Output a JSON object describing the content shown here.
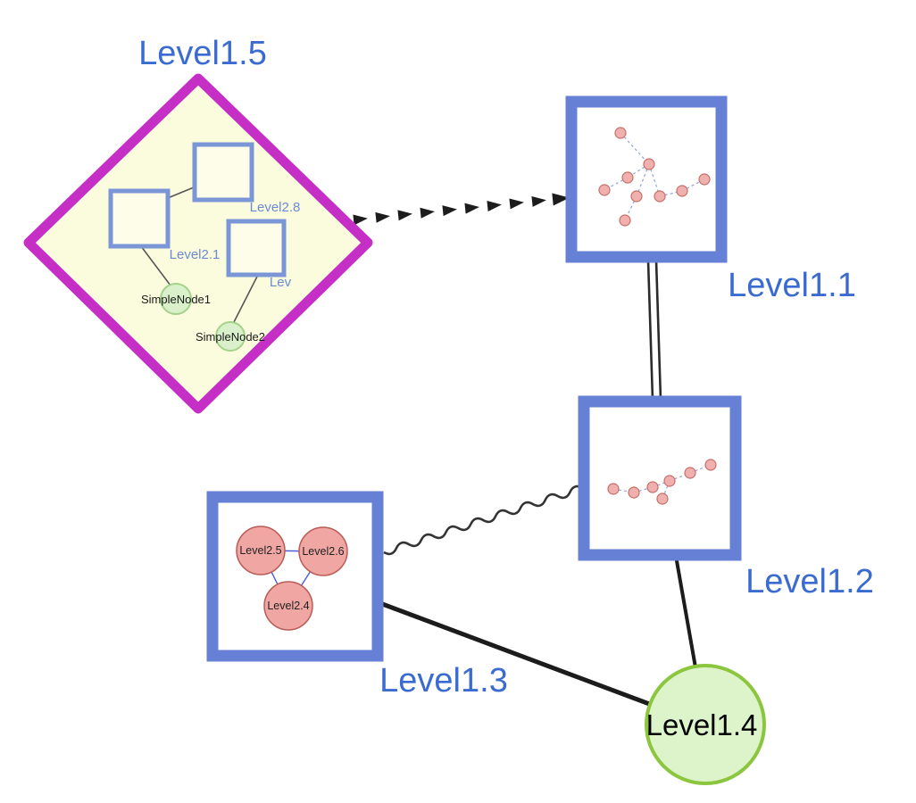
{
  "colors": {
    "diamond_border_magenta": "#c52fc5",
    "diamond_fill_yellow": "#fbfcdd",
    "group_border_blue": "#6580d5",
    "group_fill_white": "#ffffff",
    "label_blue": "#3a6bd1",
    "leaf_green_fill": "#ddf3c9",
    "leaf_green_border": "#8cc63f",
    "simple_node_green_fill": "#daf0cb",
    "simple_node_green_border": "#a5d28a",
    "mini_node_pink_fill": "#f0b0ad",
    "mini_node_pink_border": "#c4706a",
    "mini_edge_blue": "#8fa4dc",
    "pink_circle_fill": "#f0a6a3",
    "pink_circle_border": "#b95c55",
    "pink_edge_blue": "#4a5bd8",
    "edge_black": "#1c1c1c"
  },
  "nodes": {
    "level15": {
      "label": "Level1.5",
      "shape": "diamond-group"
    },
    "level11": {
      "label": "Level1.1",
      "shape": "square-group"
    },
    "level12": {
      "label": "Level1.2",
      "shape": "square-group"
    },
    "level13": {
      "label": "Level1.3",
      "shape": "square-group"
    },
    "level14": {
      "label": "Level1.4",
      "shape": "circle-leaf"
    }
  },
  "level15_children": {
    "level28": {
      "label": "Level2.8",
      "shape": "square"
    },
    "level21": {
      "label": "Level2.1",
      "shape": "square"
    },
    "lev": {
      "label": "Lev",
      "shape": "square"
    },
    "simplenode1": {
      "label": "SimpleNode1",
      "shape": "green-circle"
    },
    "simplenode2": {
      "label": "SimpleNode2",
      "shape": "green-circle"
    }
  },
  "level13_children": {
    "level25": {
      "label": "Level2.5"
    },
    "level26": {
      "label": "Level2.6"
    },
    "level24": {
      "label": "Level2.4"
    }
  },
  "edges": [
    {
      "from": "Level1.5",
      "to": "Level1.1",
      "style": "dashed-arrowheads"
    },
    {
      "from": "Level1.1",
      "to": "Level1.2",
      "style": "double-line"
    },
    {
      "from": "Level1.3",
      "to": "Level1.2",
      "style": "wavy"
    },
    {
      "from": "Level1.3",
      "to": "Level1.4",
      "style": "solid-thick"
    },
    {
      "from": "Level1.2",
      "to": "Level1.4",
      "style": "solid"
    }
  ]
}
